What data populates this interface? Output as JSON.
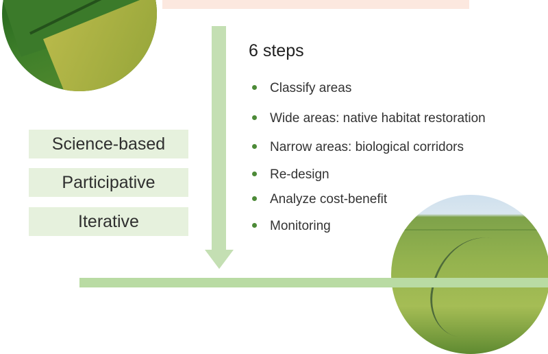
{
  "steps_title": "6 steps",
  "steps": [
    {
      "label": "Classify areas"
    },
    {
      "label": "Wide areas: native habitat restoration"
    },
    {
      "label": "Narrow areas: biological corridors"
    },
    {
      "label": "Re-design"
    },
    {
      "label": "Analyze cost-benefit"
    },
    {
      "label": "Monitoring"
    }
  ],
  "principles": [
    {
      "label": "Science-based"
    },
    {
      "label": "Participative"
    },
    {
      "label": "Iterative"
    }
  ],
  "colors": {
    "bullet": "#4c8a37",
    "arrow": "#c4dfb3",
    "principle_bg": "#e6f1dd",
    "top_bar": "#fce8df",
    "bottom_bar": "#b9dba3"
  }
}
